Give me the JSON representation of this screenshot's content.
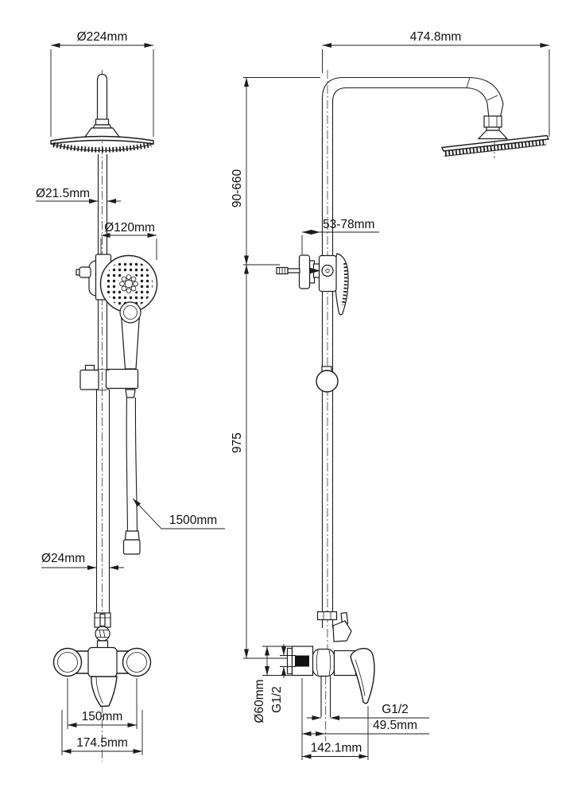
{
  "title": "Shower system technical drawing, front and side views",
  "colors": {
    "line": "#1c1c1c",
    "background": "#ffffff",
    "fill_solid": "#111111"
  },
  "front_view": {
    "dimensions": {
      "head_diameter": "Ø224mm",
      "pipe_upper_diameter": "Ø21.5mm",
      "hand_shower_diameter": "Ø120mm",
      "hose_length": "1500mm",
      "pipe_lower_diameter": "Ø24mm",
      "valve_hole_spacing": "150mm",
      "valve_overall_width": "174.5mm"
    }
  },
  "side_view": {
    "dimensions": {
      "arm_reach": "474.8mm",
      "bracket_height_range": "90-660",
      "bracket_wall_distance": "53-78mm",
      "column_height": "975",
      "escutcheon_diameter": "Ø60mm",
      "inlet_thread": "G1/2",
      "outlet_thread": "G1/2",
      "outlet_offset": "49.5mm",
      "valve_depth": "142.1mm"
    }
  }
}
